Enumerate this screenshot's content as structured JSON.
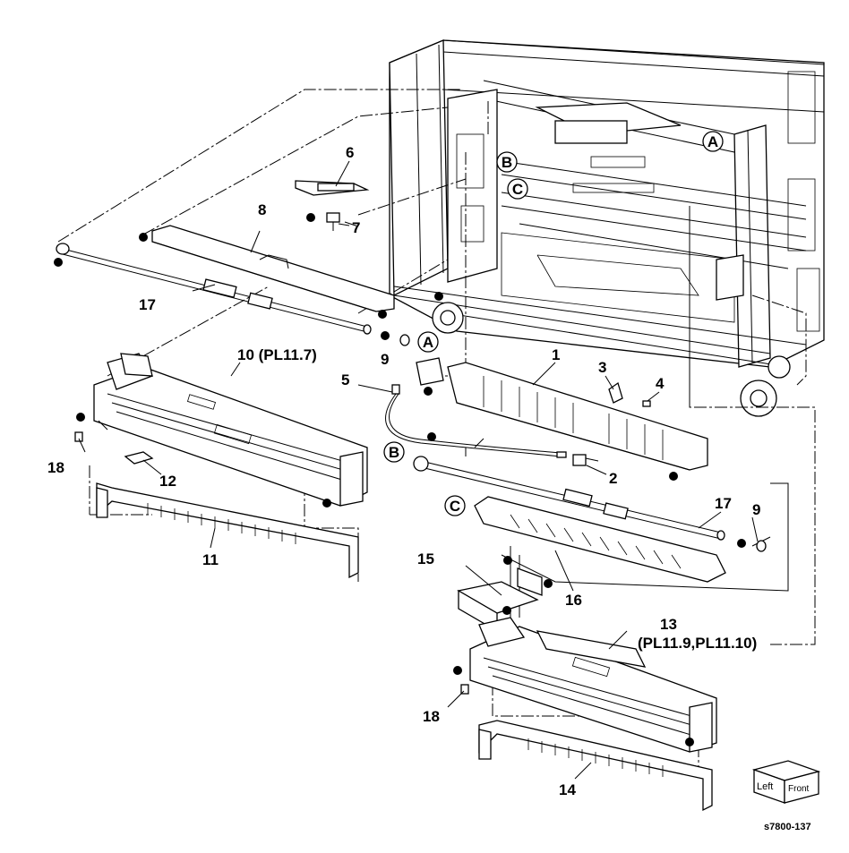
{
  "figure_id": "s7800-137",
  "orientation_box": {
    "left": "Left",
    "front": "Front"
  },
  "callouts": {
    "c1": "1",
    "c2": "2",
    "c3": "3",
    "c4": "4",
    "c5": "5",
    "c6": "6",
    "c7": "7",
    "c8": "8",
    "c9a": "9",
    "c9b": "9",
    "c10": "10 (PL11.7)",
    "c11": "11",
    "c12": "12",
    "c13a": "13",
    "c13b": "(PL11.9,PL11.10)",
    "c14": "14",
    "c15": "15",
    "c16": "16",
    "c17a": "17",
    "c17b": "17",
    "c18a": "18",
    "c18b": "18"
  },
  "reference_letters": {
    "A_top": "A",
    "B_top": "B",
    "C_top": "C",
    "A_mid": "A",
    "B_mid": "B",
    "C_mid": "C"
  }
}
